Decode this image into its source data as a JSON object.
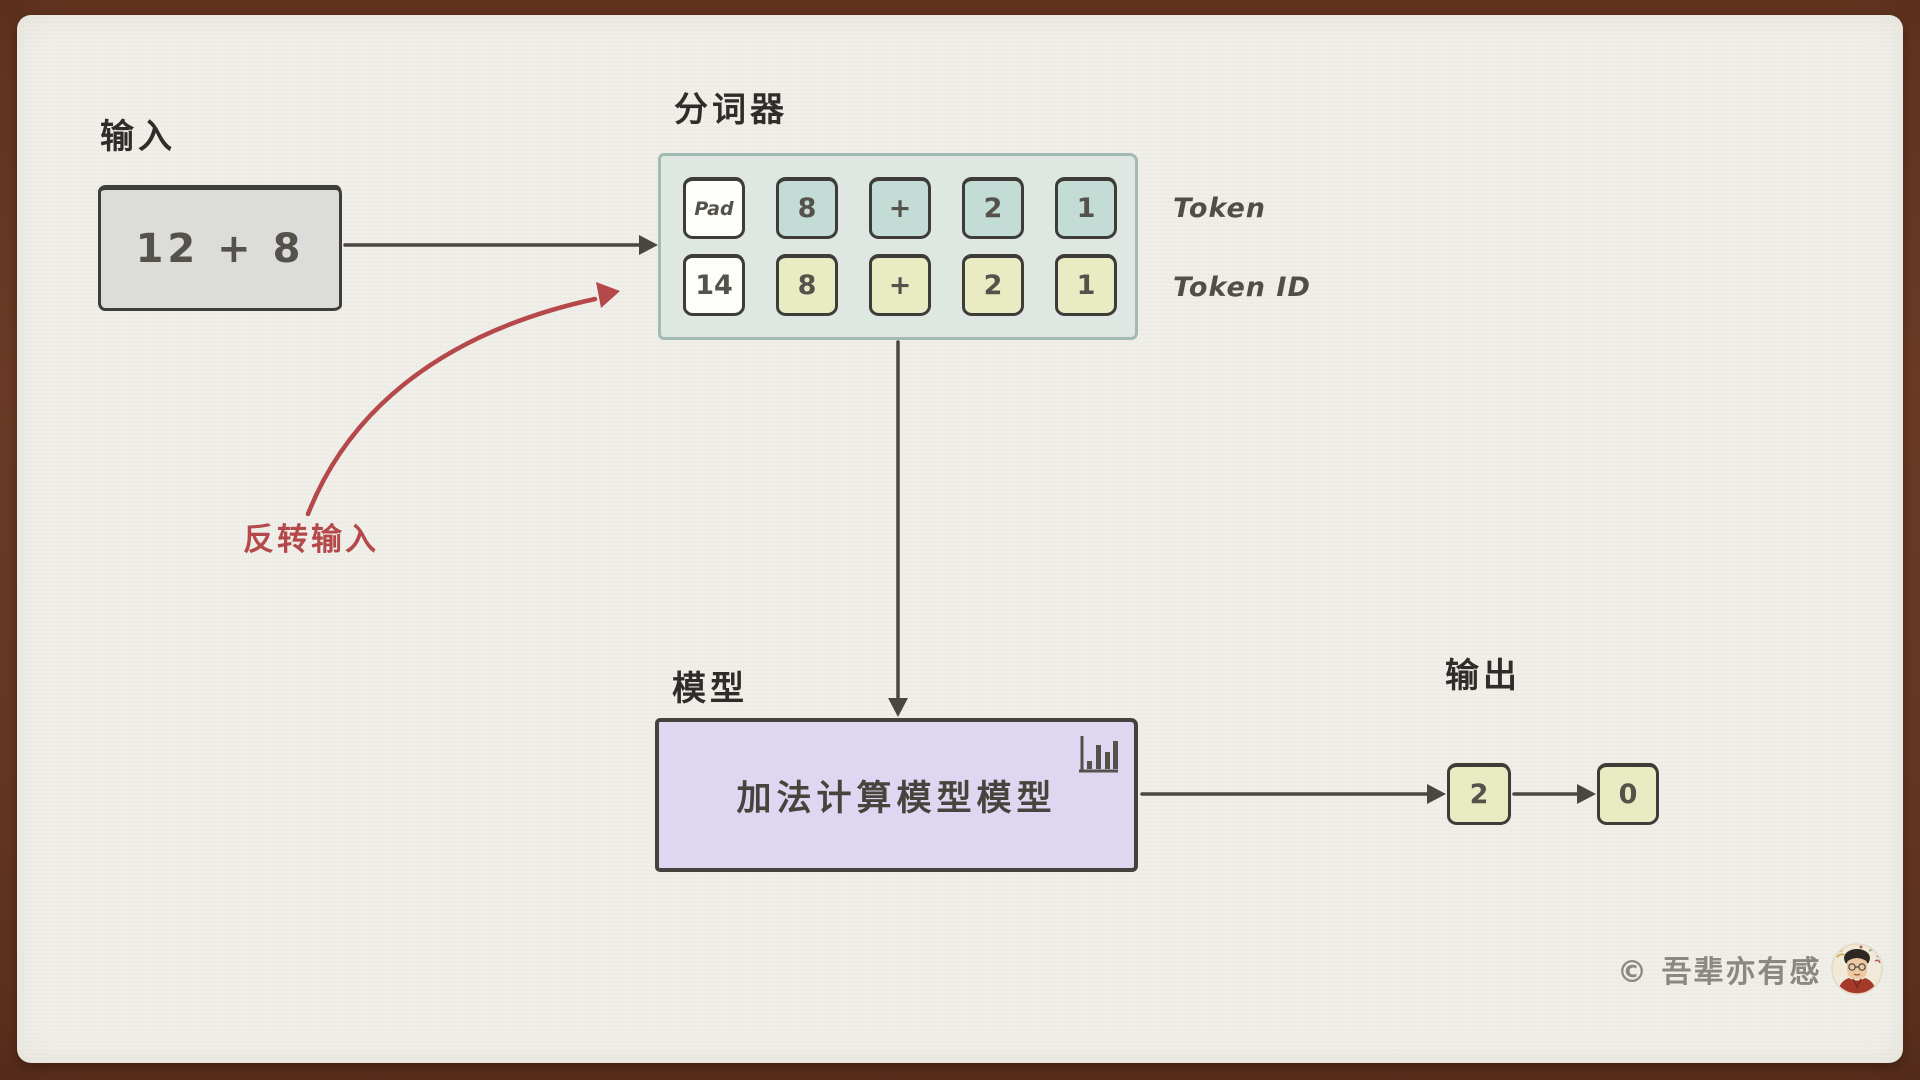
{
  "frame": {
    "wood_color": "#74402a",
    "paper_color": "#f0efe9"
  },
  "input": {
    "label": "输入",
    "value": "12 + 8"
  },
  "tokenizer": {
    "label": "分词器",
    "token_row": {
      "label": "Token",
      "cells": [
        "Pad",
        "8",
        "+",
        "2",
        "1"
      ]
    },
    "token_id_row": {
      "label": "Token ID",
      "cells": [
        "14",
        "8",
        "+",
        "2",
        "1"
      ]
    },
    "colors": {
      "container_bg": "#dee7e2",
      "container_border": "#a2bbb2",
      "token_cell": "#c3dcd6",
      "token_id_cell": "#e9ecc2",
      "pad_cell": "#fdfdfa"
    }
  },
  "annotation": {
    "label": "反转输入",
    "color": "#b5484a"
  },
  "model": {
    "label": "模型",
    "name": "加法计算模型模型",
    "icon": "bar-chart-icon",
    "box_color": "#ded7f2"
  },
  "output": {
    "label": "输出",
    "first": "2",
    "second": "0",
    "cell_color": "#e9ecc2"
  },
  "watermark": {
    "text": "© 吾辈亦有感"
  },
  "arrow_color": "#4a4742"
}
